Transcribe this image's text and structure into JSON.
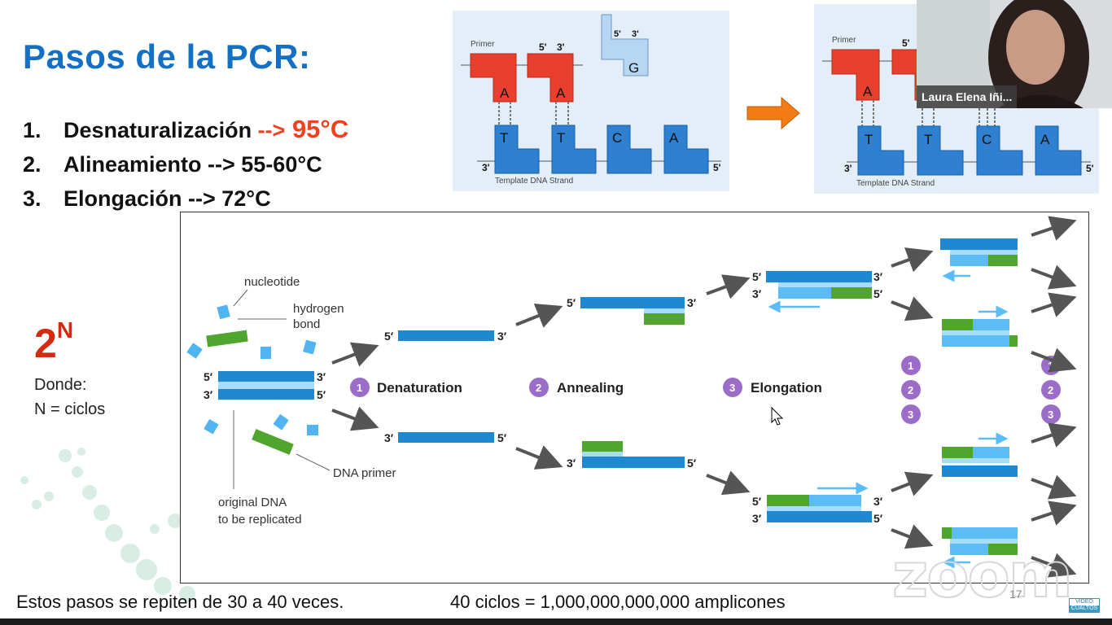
{
  "slide": {
    "title": "Pasos de la PCR:",
    "steps": [
      {
        "num": "1.",
        "label": "Desnaturalización ",
        "arrow": "-->",
        "temp": " 95°C",
        "highlight": true
      },
      {
        "num": "2.",
        "label": "Alineamiento --> 55-60°C",
        "arrow": "",
        "temp": "",
        "highlight": false
      },
      {
        "num": "3.",
        "label": "Elongación --> 72°C",
        "arrow": "",
        "temp": "",
        "highlight": false
      }
    ],
    "formula_base": "2",
    "formula_exp": "N",
    "donde": "Donde:",
    "n_def": "N = ciclos",
    "footer_left": "Estos pasos se repiten de 30 a 40 veces.",
    "footer_right": "40 ciclos = 1,000,000,000,000 amplicones",
    "page_number": "17",
    "brand_top": "VIDEO",
    "brand_bottom": "CUALTOS",
    "colors": {
      "title": "#1470c4",
      "highlight": "#f0401e",
      "formula": "#d42a12",
      "strand": "#1e88d0",
      "strand_light": "#5cbcf5",
      "primer": "#4fa52e",
      "step_badge": "#9b6cc8",
      "nucleotide_red": "#e8402c",
      "nucleotide_blue": "#2f80d0"
    }
  },
  "top_diagram": {
    "primer_label": "Primer",
    "five_prime": "5'",
    "three_prime": "3'",
    "primer_bases": [
      "A",
      "A"
    ],
    "free_nucleotide": "G",
    "template_bases": [
      "T",
      "T",
      "C",
      "A"
    ],
    "template_label": "Template DNA Strand"
  },
  "pcr_diagram": {
    "labels": {
      "nucleotide": "nucleotide",
      "hydrogen_bond_1": "hydrogen",
      "hydrogen_bond_2": "bond",
      "dna_primer": "DNA primer",
      "original_1": "original DNA",
      "original_2": "to be replicated"
    },
    "steps": [
      {
        "num": "1",
        "label": "Denaturation"
      },
      {
        "num": "2",
        "label": "Annealing"
      },
      {
        "num": "3",
        "label": "Elongation"
      }
    ],
    "prime5": "5′",
    "prime3": "3′",
    "cycle_badges": [
      "1",
      "2",
      "3"
    ]
  },
  "video": {
    "participant_name": "Laura Elena Iñi..."
  },
  "watermark": "zoom"
}
